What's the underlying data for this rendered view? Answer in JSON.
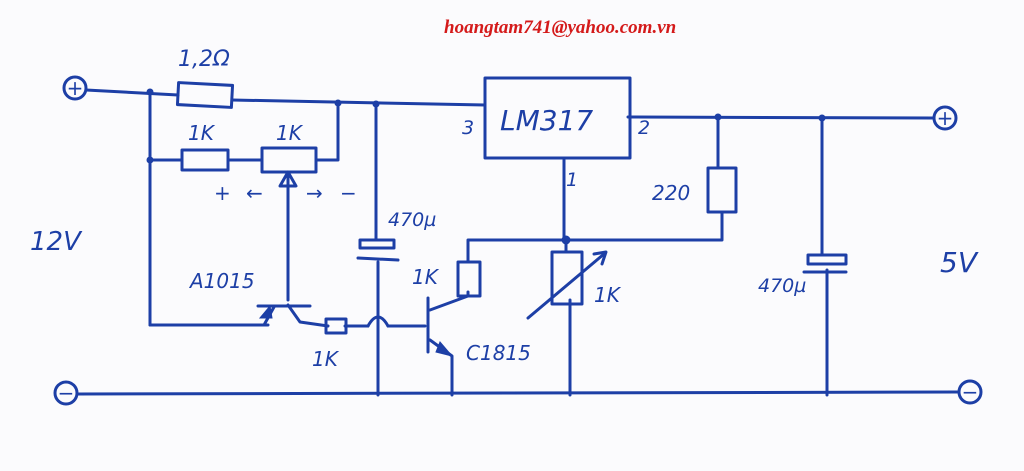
{
  "header": {
    "email": "hoangtam741@yahoo.com.vn"
  },
  "components": {
    "sense_resistor": "1,2Ω",
    "resistor_1k_top": "1K",
    "pot_1k": "1K",
    "pot_plus": "+",
    "pot_arrow_left": "←",
    "pot_arrow_right": "→",
    "pot_minus": "−",
    "cap_input": "470µ",
    "regulator": "LM317",
    "pin3": "3",
    "pin2": "2",
    "pin1": "1",
    "resistor_220": "220",
    "transistor_pnp": "A1015",
    "resistor_1k_base": "1K",
    "resistor_1k_collector": "1K",
    "transistor_npn": "C1815",
    "vr_1k": "1K",
    "cap_output": "470µ"
  },
  "labels": {
    "input_voltage": "12V",
    "output_voltage": "5V",
    "input_plus": "+",
    "input_minus": "−",
    "output_plus": "+",
    "output_minus": "−"
  }
}
